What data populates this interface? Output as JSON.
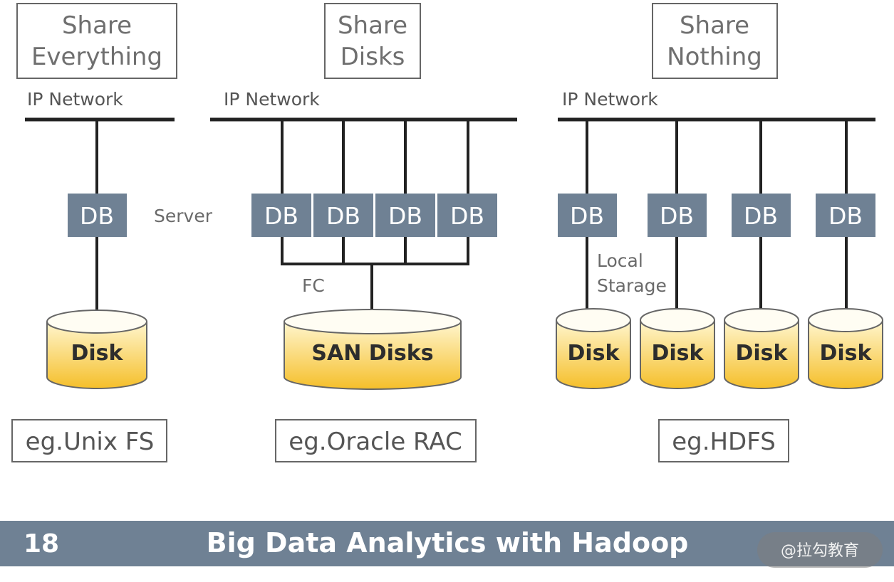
{
  "colors": {
    "line": "#222222",
    "db_box": "#6f8194",
    "box_border": "#666666",
    "disk_top": "#fff6cf",
    "disk_bottom": "#f5bf2a",
    "footer_bg": "#6f8194",
    "watermark_bg": "#7d7d7d"
  },
  "architectures": [
    {
      "title_lines": [
        "Share",
        "Everything"
      ],
      "network_label": "IP Network",
      "db_label": "DB",
      "server_label": "Server",
      "disk_label": "Disk",
      "example": "eg.Unix FS"
    },
    {
      "title_lines": [
        "Share",
        "Disks"
      ],
      "network_label": "IP Network",
      "db_label": "DB",
      "fc_label": "FC",
      "disk_label": "SAN Disks",
      "example": "eg.Oracle RAC"
    },
    {
      "title_lines": [
        "Share",
        "Nothing"
      ],
      "network_label": "IP Network",
      "db_label": "DB",
      "local_storage_lines": [
        "Local",
        "Starage"
      ],
      "disk_label": "Disk",
      "example": "eg.HDFS"
    }
  ],
  "footer": {
    "slide_number": "18",
    "title": "Big Data Analytics with Hadoop",
    "watermark": "@拉勾教育"
  }
}
